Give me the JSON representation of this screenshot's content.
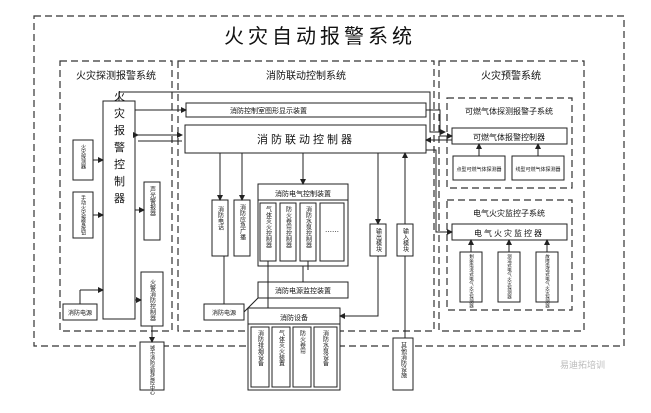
{
  "title": "火灾自动报警系统",
  "groups": {
    "detection": "火灾探测报警系统",
    "linkage": "消防联动控制系统",
    "prewarning": "火灾预警系统"
  },
  "nodes": {
    "controller": "火灾报警控制器",
    "fire_detector": "火灾探测器",
    "manual_button": "手动火灾报警按钮",
    "sound_light": "声光警报器",
    "fire_power_left": "消防电源",
    "emergency_fire_main": "火警消防控制器",
    "graphic_display": "消防控制室图形显示装置",
    "linkage_controller": "消防联动控制器",
    "fire_phone": "消防电话",
    "fire_broadcast": "消防应急广播",
    "electrical_control_title": "消防电气控制装置",
    "ctrl_col1": "气体灭火控制器",
    "ctrl_col2": "防火卷帘控制器",
    "ctrl_col3": "消防水泵控制器",
    "ctrl_col4": "……",
    "fire_power_mid": "消防电源",
    "fire_power_monitor": "消防电源监控装置",
    "output_module": "输出模块",
    "input_module": "输入模块",
    "fire_linkage_sub": "消防设备",
    "dev_col1": "消防排烟设备",
    "dev_col2": "气体灭火装置",
    "dev_col3": "防火卷帘",
    "dev_col4": "消防水泵设备",
    "gas_subsystem": "可燃气体探测报警子系统",
    "gas_controller": "可燃气体报警控制器",
    "gas_detector1": "点型可燃气体探测器",
    "gas_detector2": "线型可燃气体探测器",
    "elec_subsystem": "电气火灾监控子系统",
    "elec_controller": "电气火灾监控器",
    "elec_det1": "剩余电流式电气火灾探测器",
    "elec_det2": "测温式电气火灾探测器",
    "elec_det3": "故障电弧式电气火灾探测器",
    "other_facilities": "其他消防设施",
    "remote_center": "城市消防远程监控中心"
  },
  "watermark": "易迪拓培训"
}
